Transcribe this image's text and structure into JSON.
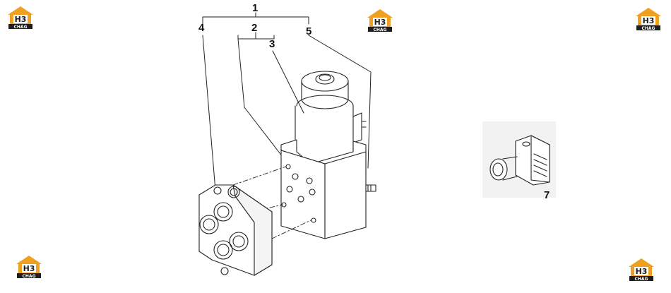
{
  "logos": [
    {
      "id": "tl",
      "mark": "H3",
      "caption": "CHAG"
    },
    {
      "id": "tc",
      "mark": "H3",
      "caption": "CHAG"
    },
    {
      "id": "tr",
      "mark": "H3",
      "caption": "CHAG"
    },
    {
      "id": "bl",
      "mark": "H3",
      "caption": "CHAG"
    },
    {
      "id": "br",
      "mark": "H3",
      "caption": "CHAG"
    }
  ],
  "callouts": [
    {
      "id": "1",
      "label": "1"
    },
    {
      "id": "2",
      "label": "2"
    },
    {
      "id": "3",
      "label": "3"
    },
    {
      "id": "4",
      "label": "4"
    },
    {
      "id": "5",
      "label": "5"
    },
    {
      "id": "7",
      "label": "7"
    }
  ],
  "colors": {
    "logo_orange": "#f0a020",
    "logo_dark": "#1e1e1e",
    "line": "#222222",
    "panel_bg": "#f2f2f2"
  }
}
